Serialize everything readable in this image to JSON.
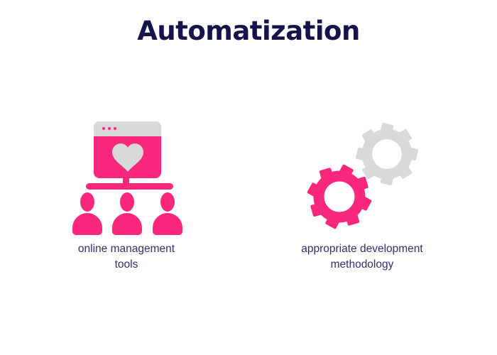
{
  "title": {
    "text": "Automatization",
    "color": "#15154b"
  },
  "colors": {
    "accent_pink": "#fa287d",
    "light_gray": "#d9d9d9",
    "title_navy": "#15154b",
    "caption_navy": "#30306b",
    "background": "#ffffff"
  },
  "items": [
    {
      "icon": "management-window-users-icon",
      "caption": "online management tools"
    },
    {
      "icon": "gears-icon",
      "caption": "appropriate development methodology"
    }
  ]
}
